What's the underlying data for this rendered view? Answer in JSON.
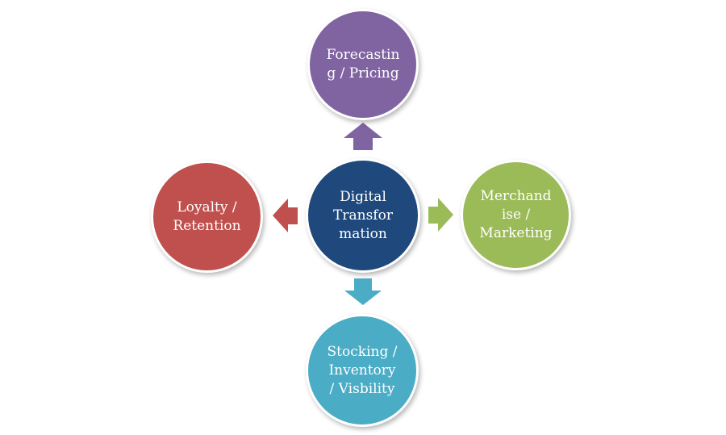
{
  "diagram": {
    "center": {
      "label": "Digital\nTransfor\nmation",
      "color": "#1f497d"
    },
    "nodes": {
      "top": {
        "label": "Forecastin\ng / Pricing",
        "color": "#8064a2"
      },
      "right": {
        "label": "Merchand\nise /\nMarketing",
        "color": "#9bbb59"
      },
      "bottom": {
        "label": "Stocking /\nInventory\n/ Visbility",
        "color": "#4bacc6"
      },
      "left": {
        "label": "Loyalty /\nRetention",
        "color": "#c0504d"
      }
    }
  }
}
